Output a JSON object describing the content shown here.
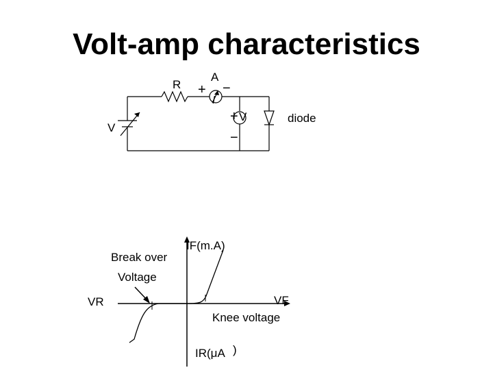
{
  "title": "Volt-amp characteristics",
  "circuit": {
    "resistor_label": "R",
    "ammeter_label": "A",
    "ammeter_plus": "+",
    "ammeter_minus": "−",
    "ammeter_symbol": "I",
    "voltmeter_plus": "+",
    "voltmeter_label": "V",
    "voltmeter_minus": "−",
    "source_label": "V",
    "diode_label": "diode"
  },
  "graph": {
    "y_pos_label": "IF(m.A)",
    "y_neg_label": "IR(μA",
    "y_neg_paren": ")",
    "x_pos_label": "VF",
    "x_neg_label": "VR",
    "knee_label": "Knee voltage",
    "breakover_label_1": "Break over",
    "breakover_label_2": "Voltage"
  },
  "colors": {
    "ink": "#000000",
    "background": "#ffffff"
  }
}
